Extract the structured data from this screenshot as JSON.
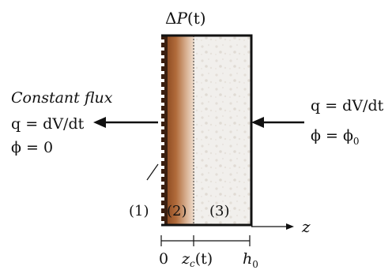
{
  "pressure_label": {
    "base": "Δ",
    "var": "P",
    "arg": "(t)"
  },
  "left_side": {
    "title": "Constant flux",
    "flux_eq": "q = dV/dt",
    "phi_eq": "ϕ = 0"
  },
  "right_side": {
    "flux_eq": "q = dV/dt",
    "phi_lhs": "ϕ = ϕ",
    "phi_sub": "0"
  },
  "regions": [
    "(1)",
    "(2)",
    "(3)"
  ],
  "axis": {
    "label": "z",
    "ticks": [
      {
        "main": "0",
        "sub": "",
        "arg": ""
      },
      {
        "main": "z",
        "sub": "c",
        "arg": "(t)"
      },
      {
        "main": "h",
        "sub": "0",
        "arg": ""
      }
    ]
  },
  "colors": {
    "stroke": "#111111",
    "membrane_dark": "#3a1f10",
    "cake_brown": "#a05a2c",
    "cake_light": "#efe0d2",
    "suspension": "#f1efec"
  },
  "icons": [
    "arrow-left-icon",
    "arrow-right-icon",
    "axis-arrow-icon"
  ]
}
